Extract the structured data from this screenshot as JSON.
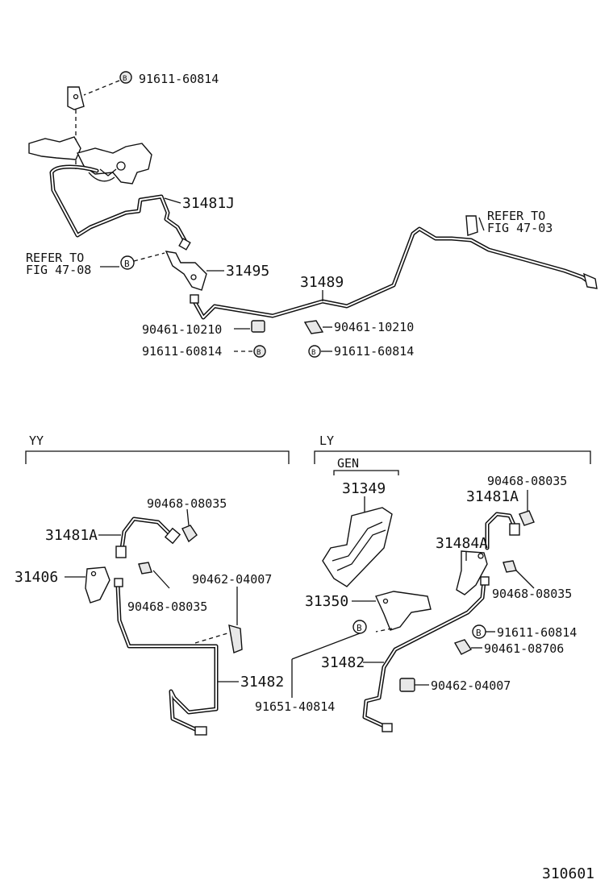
{
  "top": {
    "bolt_top": "91611-60814",
    "pipe_j": "31481J",
    "refer_left": [
      "REFER TO",
      "FIG 47-08"
    ],
    "bracket_31495": "31495",
    "pipe_31489": "31489",
    "refer_right": [
      "REFER TO",
      "FIG 47-03"
    ],
    "clamp_left": "90461-10210",
    "bolt_left": "91611-60814",
    "clamp_right": "90461-10210",
    "bolt_right": "91611-60814",
    "bolt_marker": "B"
  },
  "yy": {
    "header": "YY",
    "clip_top": "90468-08035",
    "hose": "31481A",
    "bracket": "31406",
    "clip_mid": "90468-08035",
    "clamp": "90462-04007",
    "pipe": "31482"
  },
  "ly": {
    "header": "LY",
    "gen": "GEN",
    "bracket_gen": "31349",
    "clip_top": "90468-08035",
    "hose": "31481A",
    "bracket_a": "31484A",
    "clip_mid": "90468-08035",
    "bracket_31350": "31350",
    "bolt": "91611-60814",
    "clamp_1": "90461-08706",
    "pipe": "31482",
    "clamp_2": "90462-04007",
    "bolt_shared": "91651-40814"
  },
  "figure_number": "310601"
}
